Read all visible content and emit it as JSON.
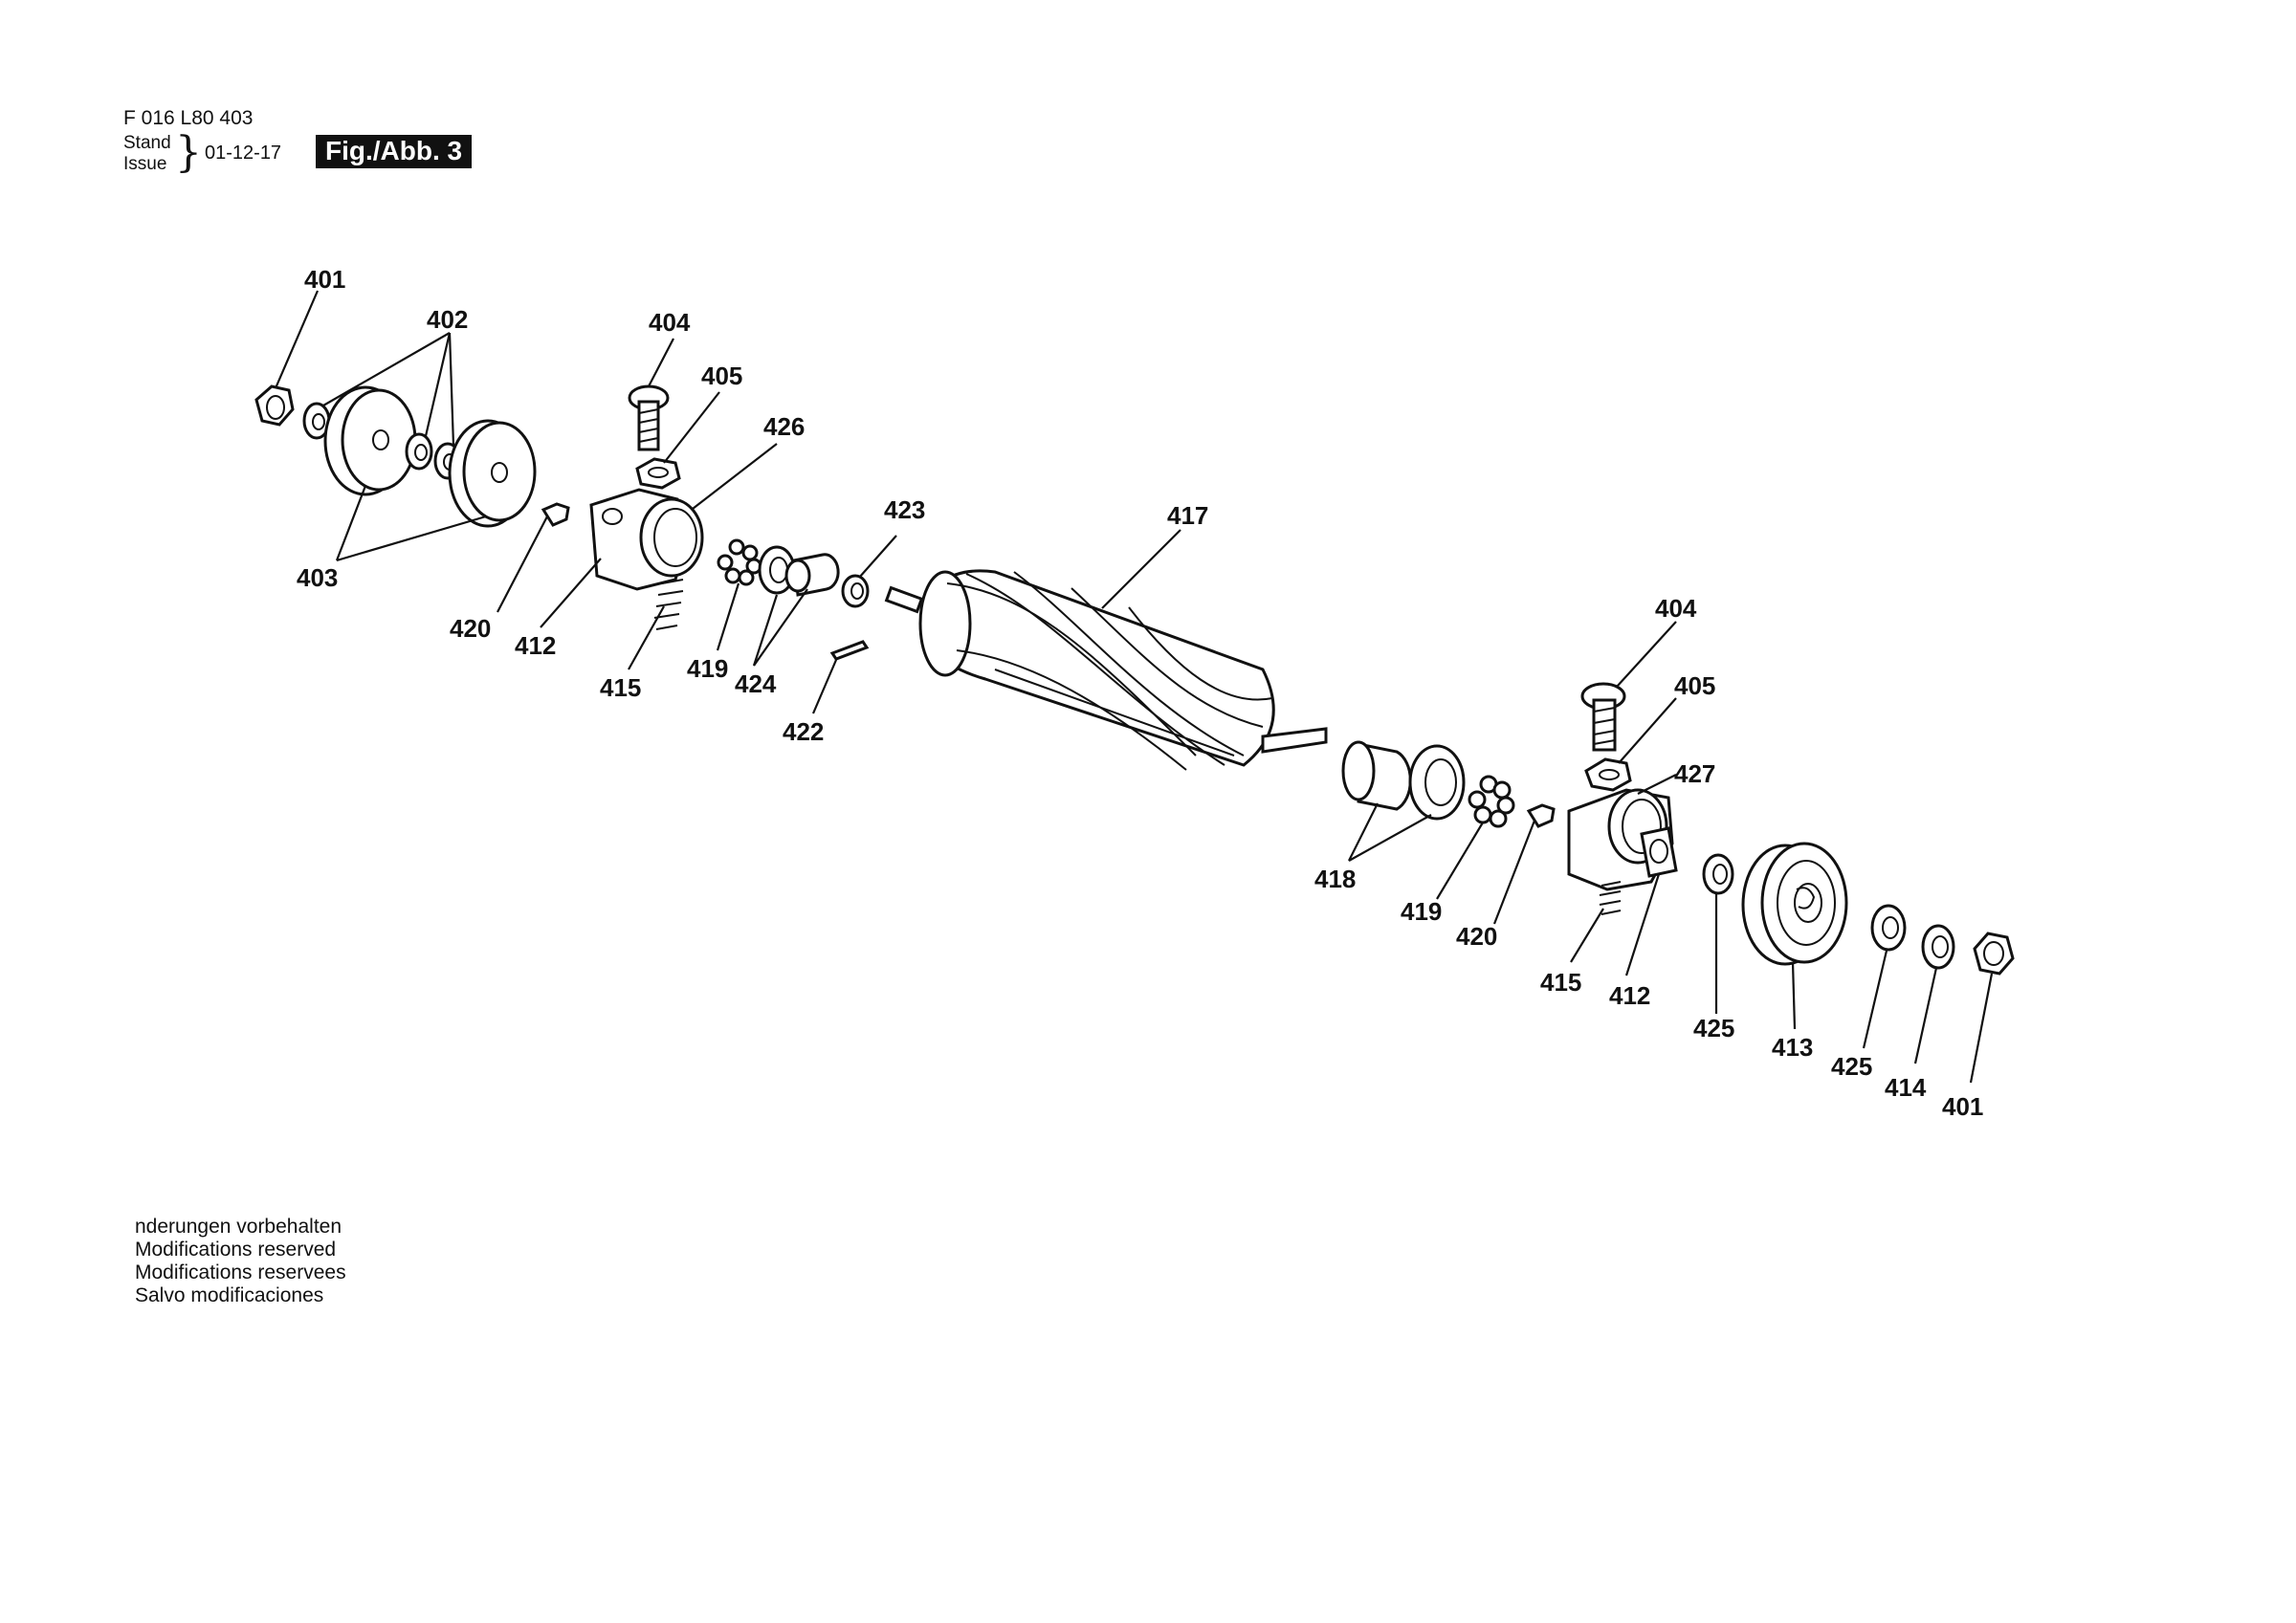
{
  "header": {
    "doc_id": "F 016 L80 403",
    "stand": "Stand",
    "issue": "Issue",
    "date": "01-12-17",
    "figure": "Fig./Abb. 3"
  },
  "footer": {
    "lines": [
      "nderungen vorbehalten",
      "Modifications reserved",
      "Modifications reservees",
      "Salvo modificaciones"
    ]
  },
  "callouts": {
    "c401a": "401",
    "c402": "402",
    "c403": "403",
    "c404a": "404",
    "c405a": "405",
    "c426": "426",
    "c423": "423",
    "c417": "417",
    "c420a": "420",
    "c412a": "412",
    "c415a": "415",
    "c419a": "419",
    "c424": "424",
    "c422": "422",
    "c404b": "404",
    "c405b": "405",
    "c427": "427",
    "c418": "418",
    "c419b": "419",
    "c420b": "420",
    "c415b": "415",
    "c412b": "412",
    "c425a": "425",
    "c413": "413",
    "c425b": "425",
    "c414": "414",
    "c401b": "401"
  }
}
